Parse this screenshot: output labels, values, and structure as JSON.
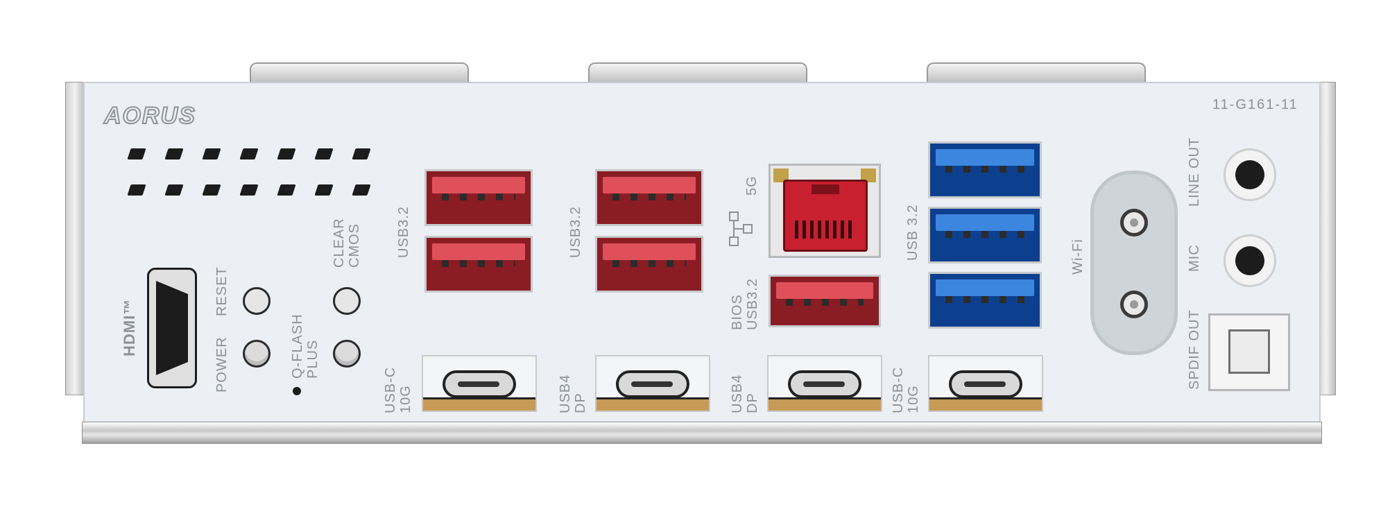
{
  "brand": {
    "logo": "AORUS",
    "part_number": "11-G161-11"
  },
  "labels": {
    "hdmi": "HDMI™",
    "power": "POWER",
    "reset": "RESET",
    "qflash": "Q-FLASH\nPLUS",
    "clear_cmos": "CLEAR\nCMOS",
    "usb32_left": "USB3.2",
    "usb32_mid": "USB3.2",
    "lan_speed": "5G",
    "bios_usb": "BIOS\nUSB3.2",
    "usb32_right": "USB 3.2",
    "wifi": "Wi-Fi",
    "line_out": "LINE OUT",
    "mic": "MIC",
    "spdif": "SPDIF OUT",
    "usbc_1": "USB-C\n10G",
    "usb4_1": "USB4\nDP",
    "usb4_2": "USB4\nDP",
    "usbc_2": "USB-C\n10G"
  },
  "colors": {
    "usb_red": "#c9202f",
    "usb_blue": "#3d86df",
    "plate": "#eceff3"
  }
}
